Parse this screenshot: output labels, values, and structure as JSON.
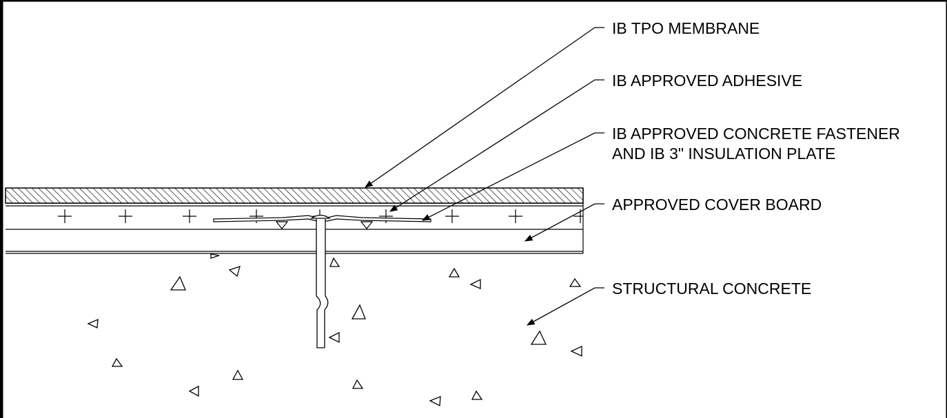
{
  "callouts": {
    "membrane": "IB TPO MEMBRANE",
    "adhesive": "IB APPROVED ADHESIVE",
    "fastener_line1": "IB APPROVED CONCRETE FASTENER",
    "fastener_line2": "AND IB 3\" INSULATION PLATE",
    "cover_board": "APPROVED COVER BOARD",
    "concrete": "STRUCTURAL CONCRETE"
  },
  "colors": {
    "line": "#000000",
    "background": "#ffffff"
  }
}
